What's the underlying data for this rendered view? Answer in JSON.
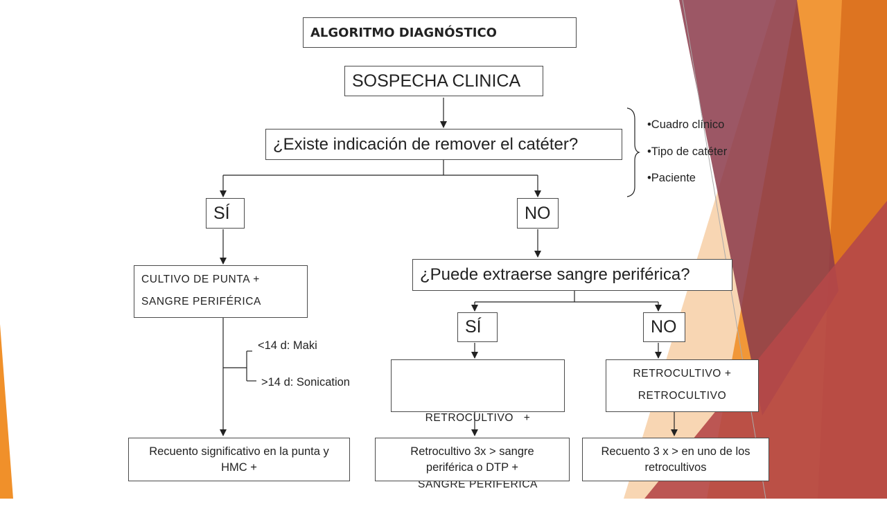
{
  "colors": {
    "line": "#222222",
    "box_border": "#4a4a4a",
    "deco_orange": "#f0902a",
    "deco_dark_orange": "#d96d1d",
    "deco_red": "#b54848",
    "deco_maroon": "#8b3a4a",
    "deco_peach": "#f6c89a"
  },
  "diagram": {
    "title": "ALGORITMO DIAGNÓSTICO",
    "start": "SOSPECHA CLINICA",
    "question1": "¿Existe indicación de remover el catéter?",
    "factors": [
      "•Cuadro clínico",
      "•Tipo de catéter",
      "•Paciente"
    ],
    "branch_yes": "SÍ",
    "branch_no": "NO",
    "yes_step": [
      "CULTIVO DE PUNTA +",
      "SANGRE PERIFÉRICA"
    ],
    "method_short": "<14 d: Maki",
    "method_long": ">14 d: Sonication",
    "yes_result": "Recuento significativo en la punta y HMC +",
    "question2": "¿Puede extraerse sangre periférica?",
    "q2_yes": "SÍ",
    "q2_no": "NO",
    "q2_yes_step": [
      "RETROCULTIVO   +",
      "SANGRE PERIFÉRICA"
    ],
    "q2_no_step": [
      "RETROCULTIVO +",
      "RETROCULTIVO"
    ],
    "q2_yes_result": "Retrocultivo 3x > sangre periférica o DTP +",
    "q2_no_result": "Recuento 3 x > en uno de los retrocultivos"
  }
}
